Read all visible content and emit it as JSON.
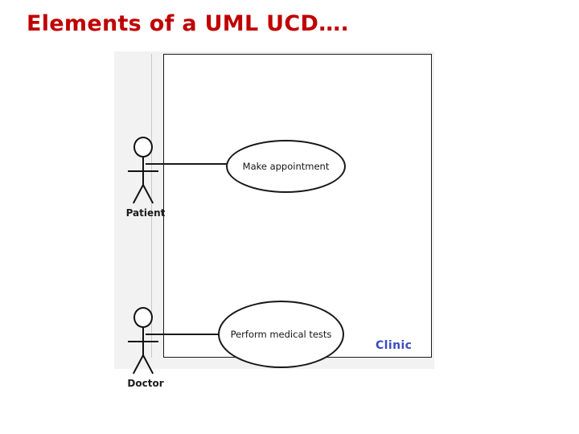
{
  "slide": {
    "title": "Elements of a UML UCD….",
    "title_color": "#C00000",
    "background": "#FFFFFF"
  },
  "diagram": {
    "type": "uml-use-case-diagram",
    "figure_background": "#F2F2F2",
    "canvas_background": "#FFFFFF",
    "border_color": "#1A1A1A",
    "actors": [
      {
        "id": "patient",
        "label": "Patient"
      },
      {
        "id": "doctor",
        "label": "Doctor"
      }
    ],
    "use_cases": [
      {
        "id": "make-appointment",
        "label": "Make appointment"
      },
      {
        "id": "perform-medical-tests",
        "label": "Perform medical tests"
      }
    ],
    "associations": [
      {
        "from": "patient",
        "to": "make-appointment"
      },
      {
        "from": "doctor",
        "to": "perform-medical-tests"
      }
    ],
    "system_label": {
      "text": "Clinic",
      "color": "#3B4CC0"
    }
  }
}
